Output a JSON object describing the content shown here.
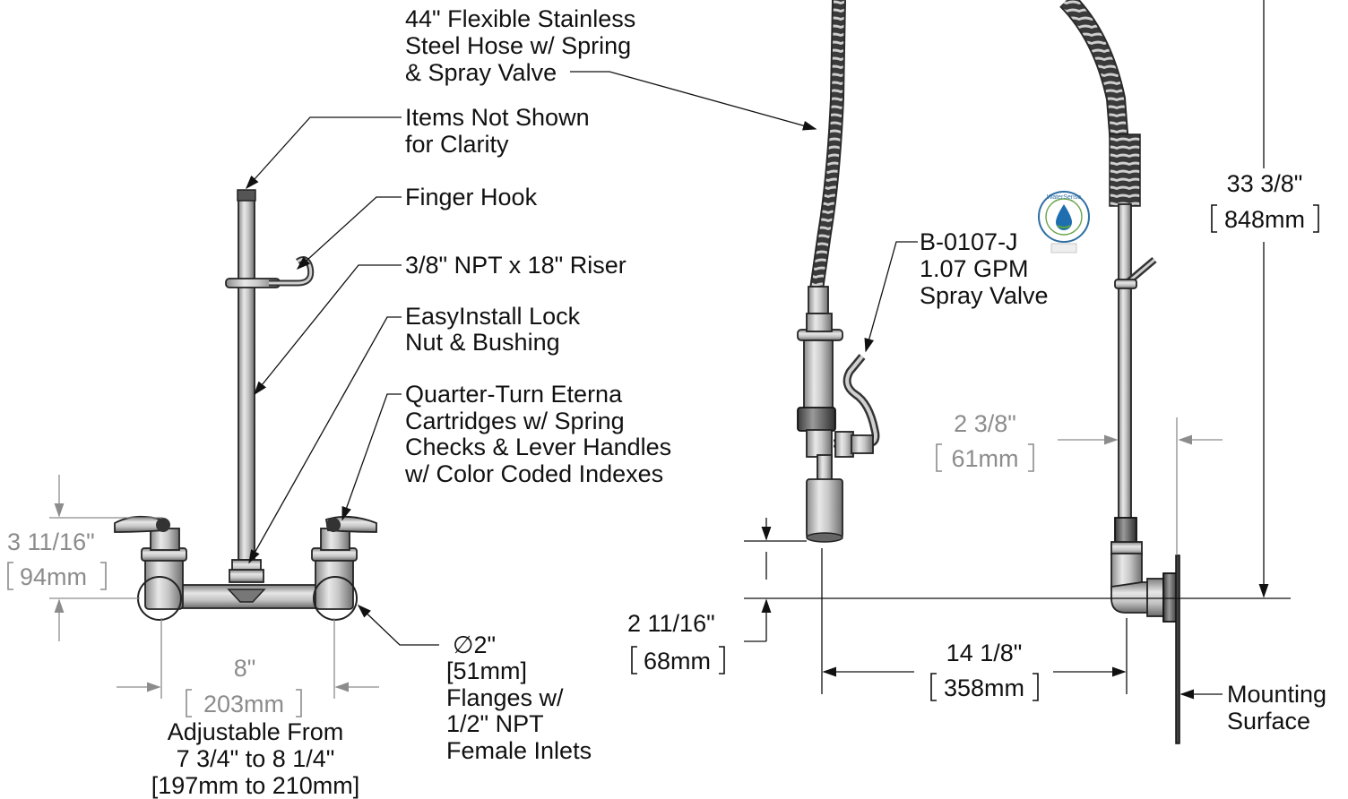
{
  "callouts": {
    "hose": [
      "44\" Flexible Stainless",
      "Steel Hose w/ Spring",
      "& Spray Valve"
    ],
    "items_not_shown": [
      "Items Not Shown",
      "for Clarity"
    ],
    "finger_hook": [
      "Finger Hook"
    ],
    "riser": [
      "3/8\" NPT x 18\" Riser"
    ],
    "lock_nut": [
      "EasyInstall Lock",
      "Nut & Bushing"
    ],
    "cartridges": [
      "Quarter-Turn Eterna",
      "Cartridges w/ Spring",
      "Checks & Lever Handles",
      "w/ Color Coded Indexes"
    ],
    "spray_valve": [
      "B-0107-J",
      "1.07 GPM",
      "Spray Valve"
    ],
    "flanges": [
      "∅2\"",
      "[51mm]",
      "Flanges w/",
      "1/2\" NPT",
      "Female Inlets"
    ],
    "mounting": [
      "Mounting",
      "Surface"
    ],
    "adjustable": [
      "Adjustable From",
      "7 3/4\" to 8 1/4\"",
      "[197mm to 210mm]"
    ]
  },
  "dimensions": {
    "height_handle": {
      "imperial": "3 11/16\"",
      "metric": "94mm"
    },
    "center_spacing": {
      "imperial": "8\"",
      "metric": "203mm"
    },
    "spray_height": {
      "imperial": "2 11/16\"",
      "metric": "68mm"
    },
    "reach": {
      "imperial": "14 1/8\"",
      "metric": "358mm"
    },
    "riser_offset": {
      "imperial": "2 3/8\"",
      "metric": "61mm"
    },
    "overall_height": {
      "imperial": "33 3/8\"",
      "metric": "848mm"
    }
  },
  "badge": {
    "name": "WaterSense"
  }
}
